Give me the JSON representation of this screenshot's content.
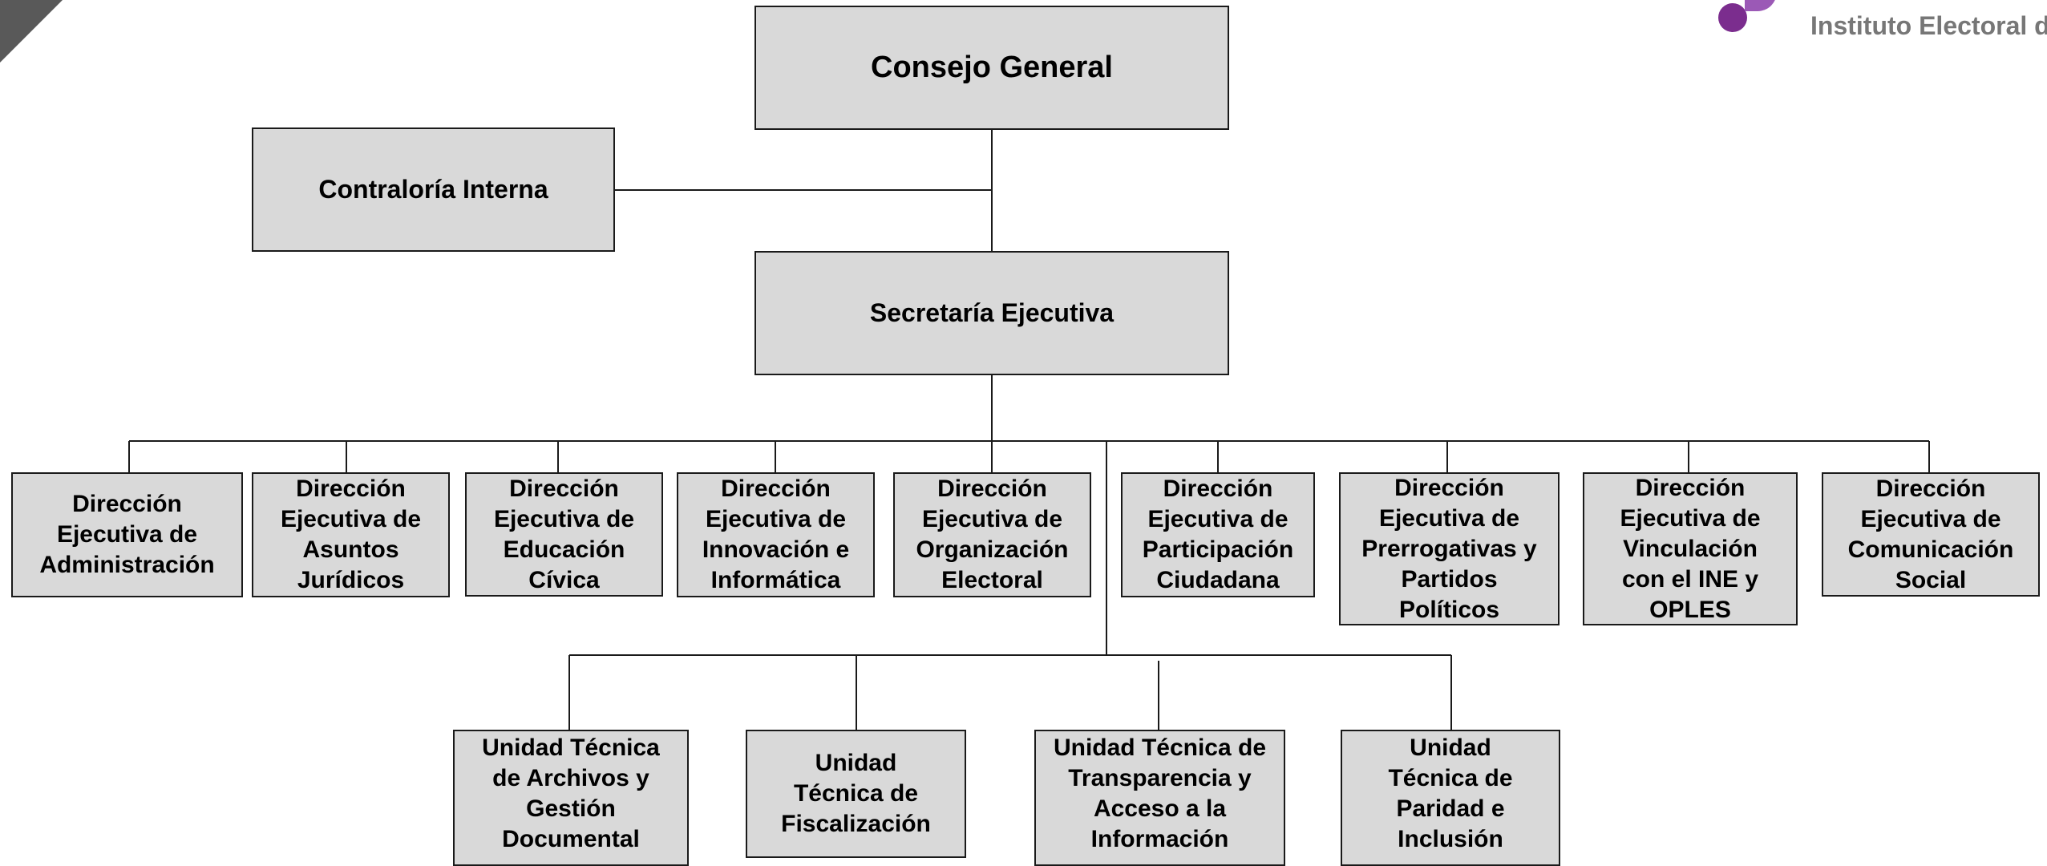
{
  "header": {
    "institution_text": "Instituto Electoral de"
  },
  "boxes": {
    "consejo": "Consejo General",
    "contraloria": "Contraloría Interna",
    "secretaria": "Secretaría Ejecutiva",
    "dir_administracion": "Dirección Ejecutiva de Administración",
    "dir_asuntos": "Dirección Ejecutiva de Asuntos Jurídicos",
    "dir_educacion": "Dirección Ejecutiva de Educación Cívica",
    "dir_innovacion": "Dirección Ejecutiva de Innovación e Informática",
    "dir_organizacion": "Dirección Ejecutiva de Organización Electoral",
    "dir_participacion": "Dirección Ejecutiva de Participación Ciudadana",
    "dir_prerrogativas": "Dirección Ejecutiva de Prerrogativas y Partidos Políticos",
    "dir_vinculacion": "Dirección Ejecutiva de Vinculación con el INE y OPLES",
    "dir_comunicacion": "Dirección Ejecutiva de Comunicación Social",
    "ut_archivos": "Unidad Técnica de Archivos y Gestión Documental",
    "ut_fiscalizacion": "Unidad Técnica de Fiscalización",
    "ut_transparencia": "Unidad Técnica de Transparencia y Acceso a la Información",
    "ut_paridad": "Unidad Técnica de Paridad e Inclusión"
  },
  "colors": {
    "box_fill": "#d9d9d9",
    "box_border": "#1a1a1a",
    "connector": "#1a1a1a",
    "logo_purple": "#7b2d8e",
    "logo_text": "#777777",
    "corner": "#595959"
  }
}
